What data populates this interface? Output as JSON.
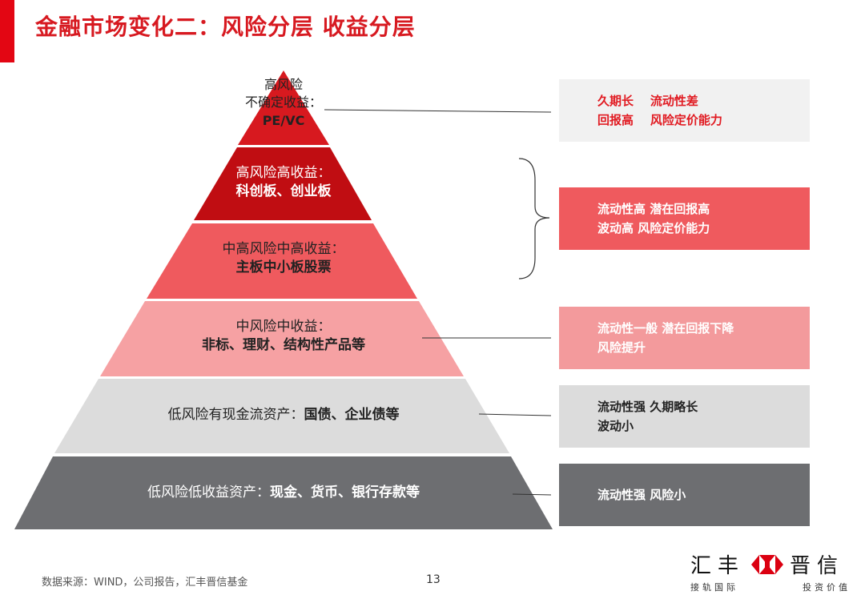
{
  "header": {
    "title": "金融市场变化二：风险分层 收益分层"
  },
  "pyramid": [
    {
      "line1": "高风险",
      "line2": "不确定收益：",
      "line3": "PE/VC"
    },
    {
      "line1": "高风险高收益：",
      "line2": "科创板、创业板"
    },
    {
      "line1": "中高风险中高收益：",
      "line2": "主板中小板股票"
    },
    {
      "line1": "中风险中收益：",
      "line2": "非标、理财、结构性产品等"
    },
    {
      "line1": "低风险有现金流资产：",
      "line2": "国债、企业债等"
    },
    {
      "line1": "低风险低收益资产：",
      "line2": "现金、货币、银行存款等"
    }
  ],
  "boxes": [
    {
      "line1": "久期长    流动性差",
      "line2": "回报高    风险定价能力",
      "bg": "#f1f1f1",
      "color": "#e11b22"
    },
    {
      "line1": "流动性高 潜在回报高",
      "line2": "波动高 风险定价能力",
      "bg": "#ef5a5e",
      "color": "#ffffff"
    },
    {
      "line1": "流动性一般 潜在回报下降",
      "line2": "风险提升",
      "bg": "#f39a9c",
      "color": "#ffffff"
    },
    {
      "line1": "流动性强 久期略长",
      "line2": "波动小",
      "bg": "#dcdcdc",
      "color": "#222222"
    },
    {
      "line1": "流动性强 风险小",
      "line2": "",
      "bg": "#6d6e71",
      "color": "#ffffff"
    }
  ],
  "colors": {
    "tier1": "#d7191f",
    "tier2": "#c00d12",
    "tier3": "#ef5a5e",
    "tier4": "#f6a1a3",
    "tier5": "#dcdcdc",
    "tier6": "#6d6e71"
  },
  "footer": {
    "source": "数据来源：WIND，公司报告，汇丰晋信基金",
    "page": "13"
  },
  "logo": {
    "left": "汇丰",
    "right": "晋信",
    "sub1": "接轨国际",
    "sub2": "投资价值"
  }
}
